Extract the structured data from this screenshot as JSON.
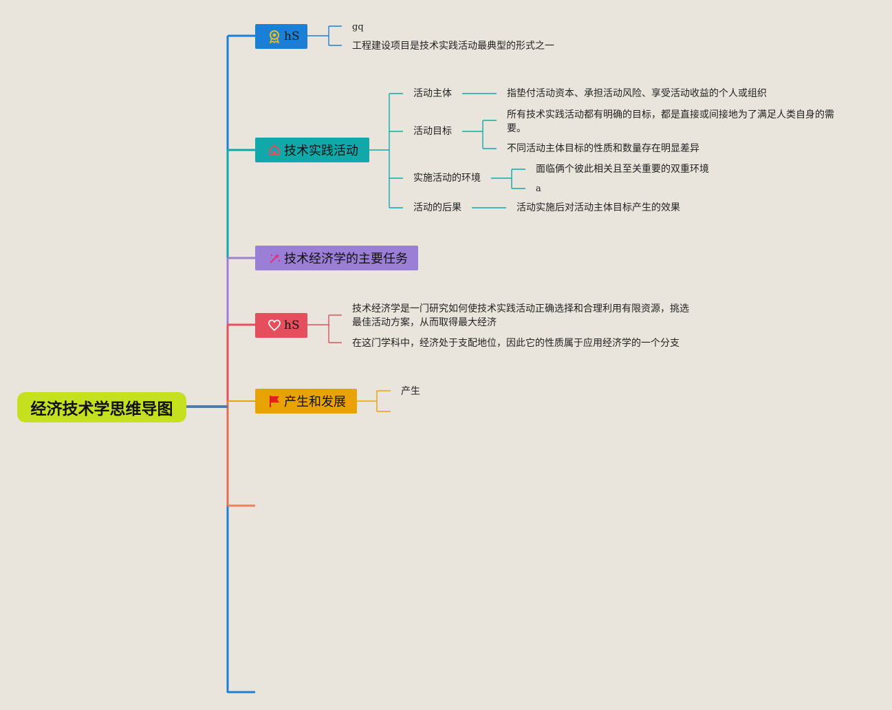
{
  "root": {
    "label": "经济技术学思维导图"
  },
  "topics": [
    {
      "label": "hS",
      "icon": "award-medal-icon",
      "color": "#1a7fd6",
      "children": [
        {
          "label": "gq"
        },
        {
          "label": "工程建设项目是技术实践活动最典型的形式之一"
        }
      ]
    },
    {
      "label": "技术实践活动",
      "icon": "home-icon",
      "color": "#10a8a8",
      "children": [
        {
          "label": "活动主体",
          "children": [
            {
              "label": "指垫付活动资本、承担活动风险、享受活动收益的个人或组织"
            }
          ]
        },
        {
          "label": "活动目标",
          "children": [
            {
              "label": "所有技术实践活动都有明确的目标，都是直接或间接地为了满足人类自身的需要。"
            },
            {
              "label": "不同活动主体目标的性质和数量存在明显差异"
            }
          ]
        },
        {
          "label": "实施活动的环境",
          "children": [
            {
              "label": "面临俩个彼此相关且至关重要的双重环境"
            },
            {
              "label": "a"
            }
          ]
        },
        {
          "label": "活动的后果",
          "children": [
            {
              "label": "活动实施后对活动主体目标产生的效果"
            }
          ]
        }
      ]
    },
    {
      "label": "技术经济学的主要任务",
      "icon": "magic-wand-icon",
      "color": "#9b7fd6",
      "children": []
    },
    {
      "label": "hS",
      "icon": "heart-icon",
      "color": "#e54e5c",
      "children": [
        {
          "label": "技术经济学是一门研究如何使技术实践活动正确选择和合理利用有限资源，挑选最佳活动方案，从而取得最大经济"
        },
        {
          "label": "在这门学科中，经济处于支配地位，因此它的性质属于应用经济学的一个分支"
        }
      ]
    },
    {
      "label": "产生和发展",
      "icon": "flag-icon",
      "color": "#e8a300",
      "children": [
        {
          "label": "产生"
        },
        {
          "label": ""
        }
      ]
    }
  ],
  "colors": {
    "background": "#e9e5dd",
    "root": "#c4e01e",
    "trunk": "#1a7fd6",
    "orange_stub": "#f07f52",
    "topic5_line": "#e8a300"
  }
}
